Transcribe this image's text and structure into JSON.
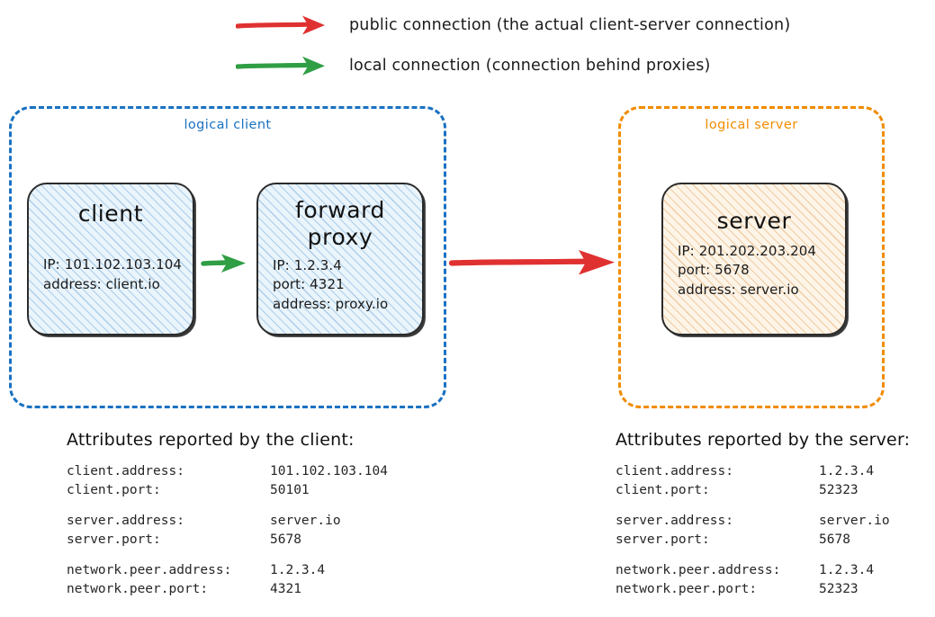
{
  "legend": {
    "items": [
      {
        "icon": "red-arrow-icon",
        "color": "#e03131",
        "label": "public connection (the actual client-server connection)"
      },
      {
        "icon": "green-arrow-icon",
        "color": "#2f9e44",
        "label": "local connection (connection behind proxies)"
      }
    ]
  },
  "groups": {
    "client": {
      "label": "logical client",
      "color": "#1971c2"
    },
    "server": {
      "label": "logical server",
      "color": "#f08c00"
    }
  },
  "nodes": {
    "client": {
      "title": "client",
      "props": [
        "IP: 101.102.103.104",
        "address: client.io"
      ]
    },
    "proxy": {
      "title": "forward\nproxy",
      "props": [
        "IP: 1.2.3.4",
        "port: 4321",
        "address: proxy.io"
      ]
    },
    "server": {
      "title": "server",
      "props": [
        "IP: 201.202.203.204",
        "port: 5678",
        "address: server.io"
      ]
    }
  },
  "arrows": {
    "client_to_proxy": {
      "type": "local",
      "color": "#2f9e44"
    },
    "proxy_to_server": {
      "type": "public",
      "color": "#e03131"
    }
  },
  "attributes": {
    "client_panel": {
      "heading": "Attributes reported by the client:",
      "groups": [
        [
          {
            "key": "client.address:",
            "value": "101.102.103.104"
          },
          {
            "key": "client.port:",
            "value": "50101"
          }
        ],
        [
          {
            "key": "server.address:",
            "value": "server.io"
          },
          {
            "key": "server.port:",
            "value": "5678"
          }
        ],
        [
          {
            "key": "network.peer.address:",
            "value": "1.2.3.4"
          },
          {
            "key": "network.peer.port:",
            "value": "4321"
          }
        ]
      ]
    },
    "server_panel": {
      "heading": "Attributes reported by the server:",
      "groups": [
        [
          {
            "key": "client.address:",
            "value": "1.2.3.4"
          },
          {
            "key": "client.port:",
            "value": "52323"
          }
        ],
        [
          {
            "key": "server.address:",
            "value": "server.io"
          },
          {
            "key": "server.port:",
            "value": "5678"
          }
        ],
        [
          {
            "key": "network.peer.address:",
            "value": "1.2.3.4"
          },
          {
            "key": "network.peer.port:",
            "value": "52323"
          }
        ]
      ]
    }
  }
}
